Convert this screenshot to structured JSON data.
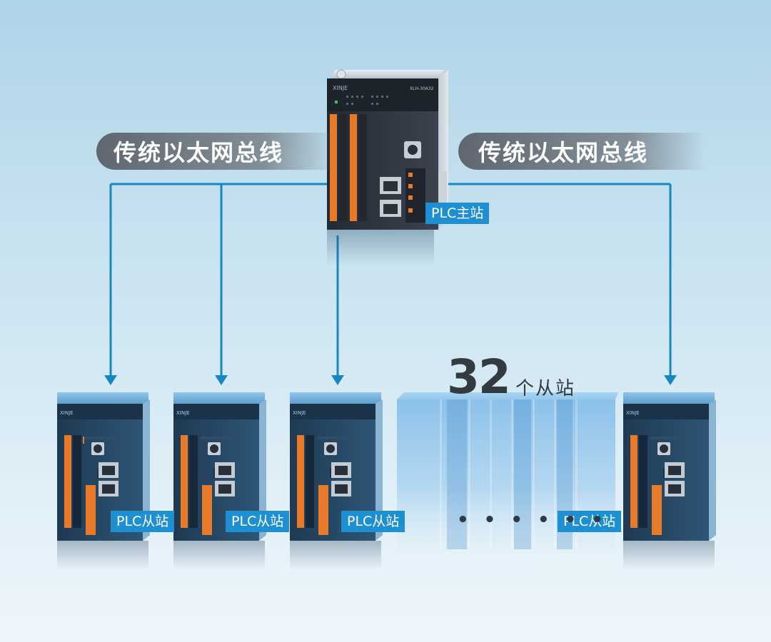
{
  "banners": {
    "left": "传统以太网总线",
    "right": "传统以太网总线"
  },
  "master": {
    "label": "PLC主站",
    "model": "XLH-30A32",
    "brand": "XINJE"
  },
  "slaves": [
    {
      "label": "PLC从站"
    },
    {
      "label": "PLC从站"
    },
    {
      "label": "PLC从站"
    },
    {
      "label": "PLC从站"
    }
  ],
  "slave_count": {
    "number": "32",
    "suffix": "个从站"
  },
  "ellipsis": "• • •  • • •",
  "colors": {
    "line": "#1787c4",
    "tag": "#1e8fd0",
    "banner": "#5d636a"
  }
}
